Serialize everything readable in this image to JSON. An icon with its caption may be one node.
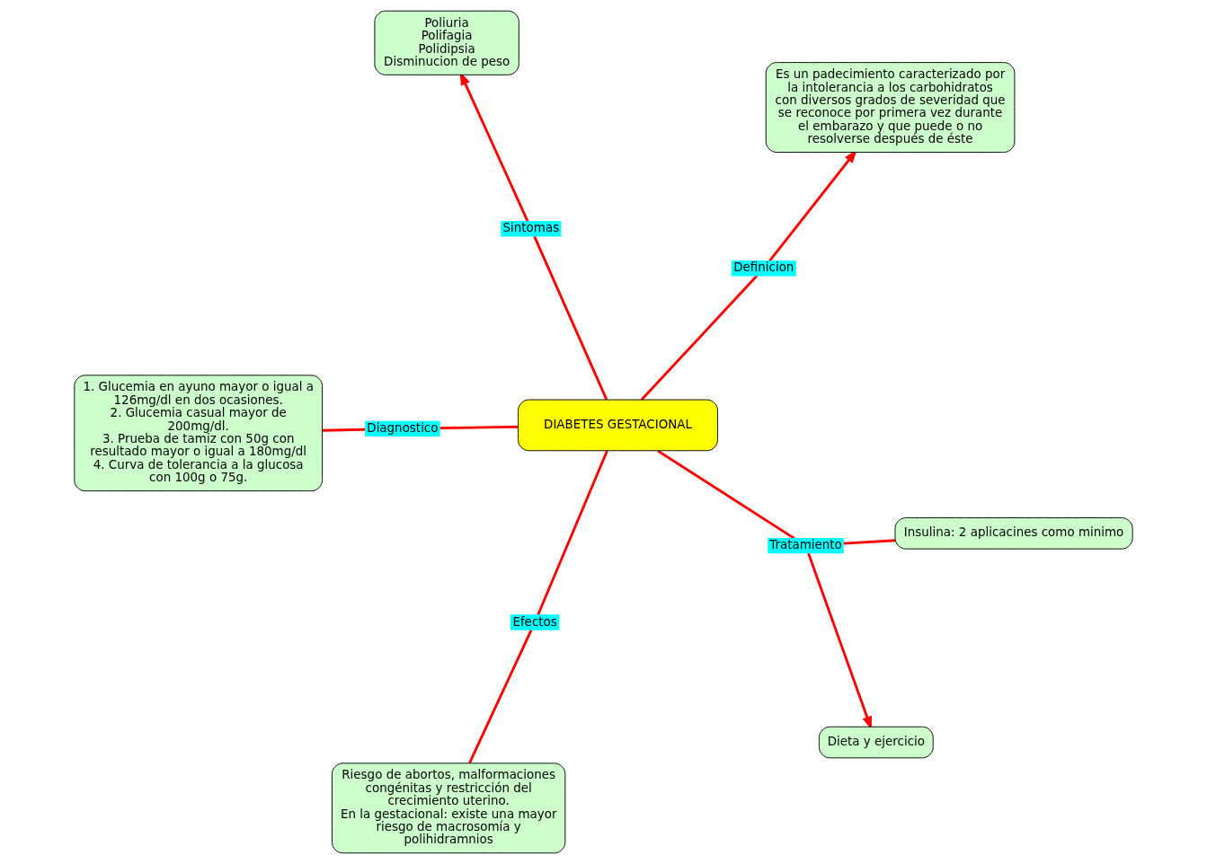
{
  "diagram": {
    "nodes": [
      {
        "text": [
          "Es un padecimiento caracterizado por la intolerancia a los carbohidratos con diversos grados de severidad que se reconoce por primera vez durante el embarazo y que puede o no resolverse después de éste"
        ]
      },
      {
        "text": [
          "Definicion"
        ]
      },
      {
        "text": [
          "Dieta y ejercicio"
        ]
      },
      {
        "text": [
          "Poliuria",
          "Polifagia",
          "Polidipsia",
          "Disminucion de peso"
        ]
      },
      {
        "text": [
          "DIABETES GESTACIONAL"
        ]
      },
      {
        "text": [
          "Sintomas"
        ]
      },
      {
        "text": [
          "Tratamiento"
        ]
      },
      {
        "text": [
          "Insulina: 2 aplicacines como minimo"
        ]
      },
      {
        "text": [
          "Efectos"
        ]
      },
      {
        "text": [
          "Diagnostico"
        ]
      },
      {
        "text": [
          "Riesgo de abortos, malformaciones congénitas y restricción del crecimiento uterino.",
          "En la gestacional: existe una mayor riesgo de macrosomía y polihidramnios"
        ]
      },
      {
        "text": [
          "1. Glucemia en ayuno mayor o igual a 126mg/dl en dos ocasiones.",
          "2. Glucemia casual mayor de 200mg/dl.",
          "3. Prueba de tamiz con 50g con resultado mayor o igual a 180mg/dl",
          "4. Curva de tolerancia a la glucosa con 100g o 75g."
        ]
      }
    ],
    "edges": [
      {
        "from": 4,
        "to": 1,
        "arrow": "none"
      },
      {
        "from": 1,
        "to": 0,
        "arrow": "to"
      },
      {
        "from": 4,
        "to": 5,
        "arrow": "none"
      },
      {
        "from": 5,
        "to": 3,
        "arrow": "to"
      },
      {
        "from": 4,
        "to": 6,
        "arrow": "none"
      },
      {
        "from": 6,
        "to": 2,
        "arrow": "to"
      },
      {
        "from": 6,
        "to": 7,
        "arrow": "none"
      },
      {
        "from": 4,
        "to": 8,
        "arrow": "none"
      },
      {
        "from": 8,
        "to": 10,
        "arrow": "none"
      },
      {
        "from": 4,
        "to": 9,
        "arrow": "none"
      },
      {
        "from": 9,
        "to": 11,
        "arrow": "none"
      }
    ]
  }
}
